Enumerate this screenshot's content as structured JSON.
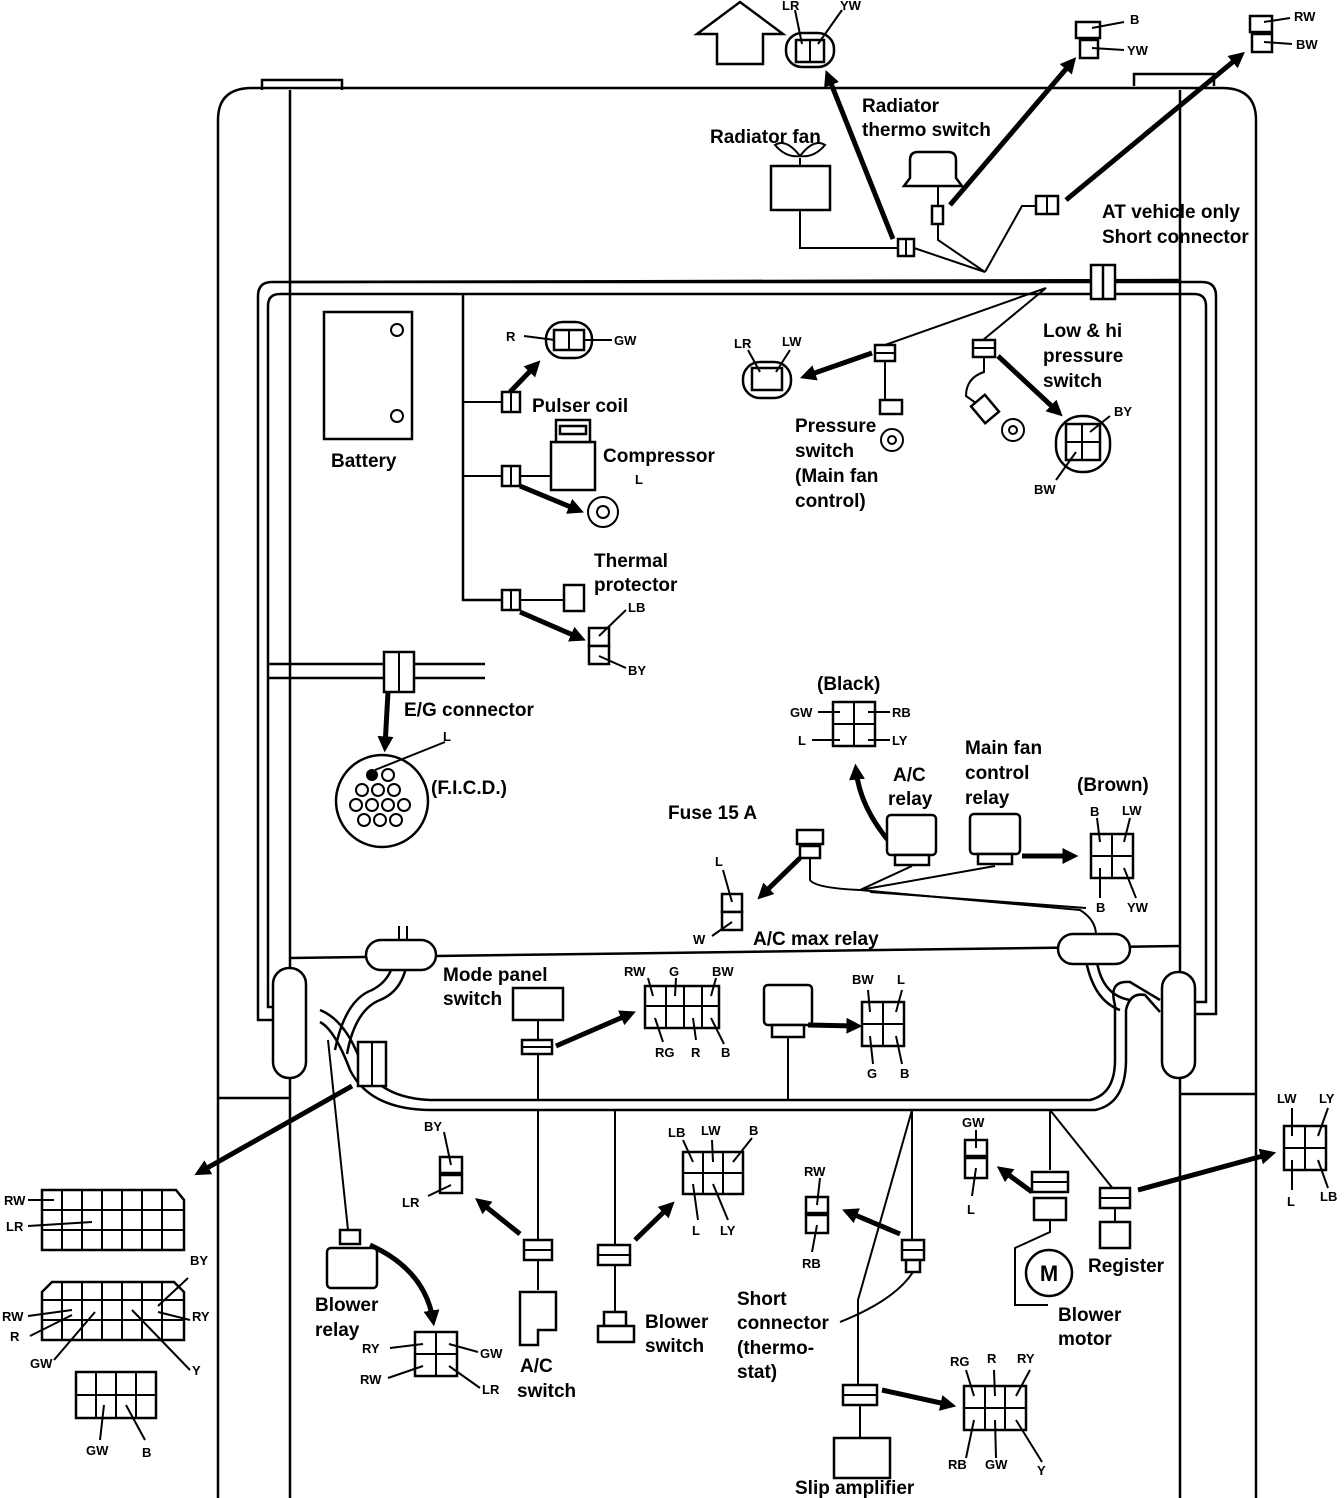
{
  "components": {
    "radiator_fan": "Radiator fan",
    "radiator_thermo_switch": [
      "Radiator",
      "thermo switch"
    ],
    "at_vehicle_only": [
      "AT vehicle only",
      "Short connector"
    ],
    "low_hi_pressure_switch": [
      "Low & hi",
      "pressure",
      "switch"
    ],
    "battery": "Battery",
    "pulser_coil": "Pulser coil",
    "compressor": "Compressor",
    "pressure_switch": [
      "Pressure",
      "switch",
      "(Main fan",
      "control)"
    ],
    "thermal_protector": [
      "Thermal",
      "protector"
    ],
    "eg_connector": "E/G connector",
    "ficd": "(F.I.C.D.)",
    "black": "(Black)",
    "brown": "(Brown)",
    "ac_relay": [
      "A/C",
      "relay"
    ],
    "main_fan_control_relay": [
      "Main fan",
      "control",
      "relay"
    ],
    "fuse": "Fuse 15 A",
    "ac_max_relay": "A/C max relay",
    "mode_panel_switch": [
      "Mode panel",
      "switch"
    ],
    "blower_relay": [
      "Blower",
      "relay"
    ],
    "ac_switch": [
      "A/C",
      "switch"
    ],
    "blower_switch": [
      "Blower",
      "switch"
    ],
    "short_connector_thermostat": [
      "Short",
      "connector",
      "(thermo-",
      "stat)"
    ],
    "blower_motor": [
      "Blower",
      "motor"
    ],
    "motor_symbol": "M",
    "register": "Register",
    "slip_amplifier": "Slip amplifier"
  },
  "pins": {
    "top_fan": [
      "LR",
      "YW"
    ],
    "top_b_yw": [
      "B",
      "YW"
    ],
    "top_rw_bw": [
      "RW",
      "BW"
    ],
    "pulser": [
      "R",
      "GW"
    ],
    "pressure": [
      "LR",
      "LW"
    ],
    "lowhi": [
      "BY",
      "BW"
    ],
    "compressor": "L",
    "thermal": [
      "LB",
      "BY"
    ],
    "ficd": "L",
    "black": [
      "GW",
      "RB",
      "L",
      "LY"
    ],
    "brown": [
      "B",
      "LW",
      "B",
      "YW"
    ],
    "fuse": [
      "L",
      "W"
    ],
    "mode": [
      "RW",
      "G",
      "BW",
      "RG",
      "R",
      "B"
    ],
    "acmax": [
      "BW",
      "L",
      "G",
      "B"
    ],
    "left_conn1": [
      "RW",
      "LR"
    ],
    "left_conn2": [
      "BY",
      "RW",
      "R",
      "GW",
      "RY",
      "Y"
    ],
    "left_conn3": [
      "GW",
      "B"
    ],
    "blower_relay": [
      "RY",
      "GW",
      "RW",
      "LR"
    ],
    "ac_switch": [
      "BY",
      "LR"
    ],
    "blower_switch": [
      "LB",
      "LW",
      "B",
      "L",
      "LY"
    ],
    "short_connector": [
      "RW",
      "RB"
    ],
    "blower_motor": [
      "GW",
      "L"
    ],
    "register": [
      "LW",
      "LY",
      "L",
      "LB"
    ],
    "slip": [
      "RG",
      "R",
      "RY",
      "RB",
      "GW",
      "Y"
    ]
  }
}
